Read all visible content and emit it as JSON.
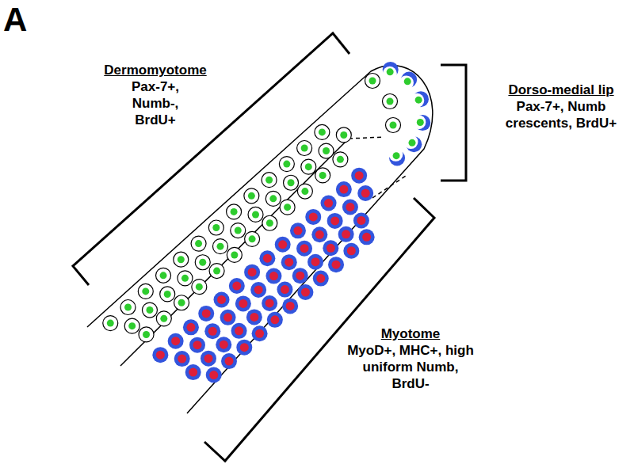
{
  "diagram": {
    "labels": [
      "A",
      "Dermomyotome",
      "Pax-7+, Numb-, BrdU+",
      "Dorso-medial lip",
      "Pax-7+, Numb crescents, BrdU+",
      "Myotome",
      "MyoD+, MHC+, high uniform Numb, BrdU-"
    ]
  }
}
